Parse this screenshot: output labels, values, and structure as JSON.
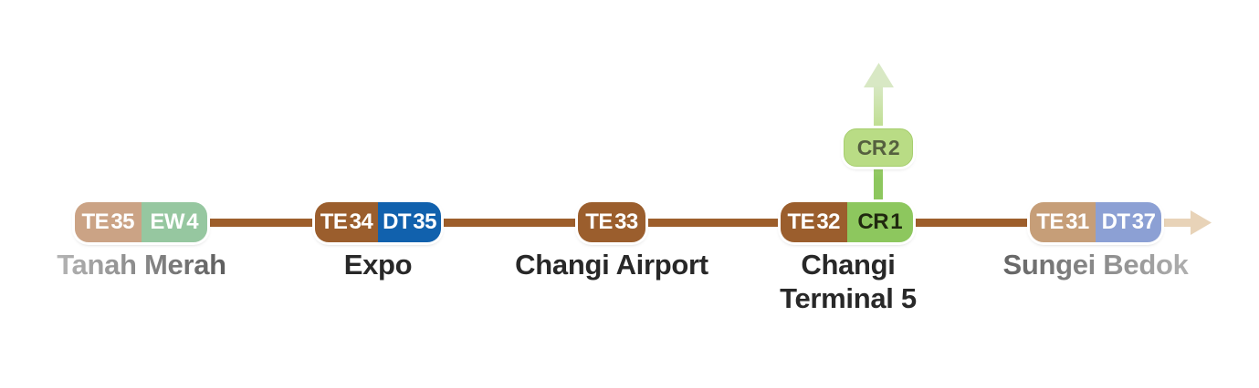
{
  "line": {
    "color": "#9D5E2B",
    "continuation_arrow_color": "#E8D3B8",
    "continuation_direction": "right"
  },
  "branch": {
    "direction": "up",
    "shaft_color": "#8DC75E",
    "arrow_color": "#D8E8C4",
    "badge": {
      "code": "CR 2",
      "bg": "#B9DC85",
      "fg": "#55603F"
    }
  },
  "stations": [
    {
      "name": "Tanah Merah",
      "state": "faded",
      "badges": [
        {
          "code": "TE 35",
          "bg": "#CBA385",
          "fg": "#FFFFFF"
        },
        {
          "code": "EW 4",
          "bg": "#96C7A0",
          "fg": "#FFFFFF"
        }
      ]
    },
    {
      "name": "Expo",
      "state": "active",
      "badges": [
        {
          "code": "TE 34",
          "bg": "#9B5E2D",
          "fg": "#FFFFFF"
        },
        {
          "code": "DT 35",
          "bg": "#1161AD",
          "fg": "#FFFFFF"
        }
      ]
    },
    {
      "name": "Changi Airport",
      "state": "active",
      "badges": [
        {
          "code": "TE 33",
          "bg": "#9B5E2D",
          "fg": "#FFFFFF"
        }
      ]
    },
    {
      "name": "Changi Terminal 5",
      "name_line1": "Changi",
      "name_line2": "Terminal 5",
      "state": "active",
      "badges": [
        {
          "code": "TE 32",
          "bg": "#9B5E2D",
          "fg": "#FFFFFF"
        },
        {
          "code": "CR 1",
          "bg": "#8DC75E",
          "fg": "#20290F"
        }
      ]
    },
    {
      "name": "Sungei Bedok",
      "state": "faded",
      "badges": [
        {
          "code": "TE 31",
          "bg": "#C69E78",
          "fg": "#FFFFFF"
        },
        {
          "code": "DT 37",
          "bg": "#8CA0D4",
          "fg": "#FFFFFF"
        }
      ]
    }
  ]
}
